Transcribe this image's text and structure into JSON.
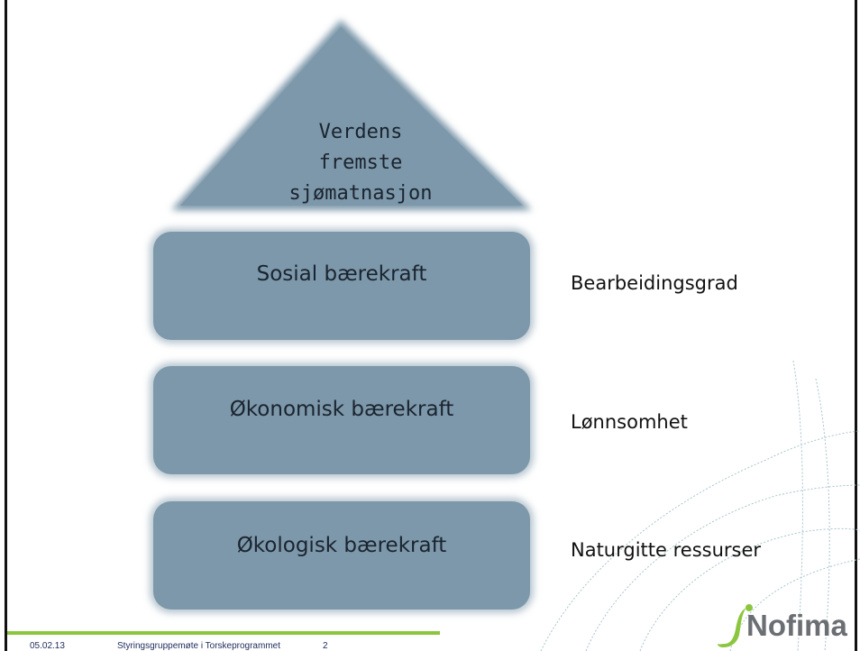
{
  "roof": {
    "lines": [
      "Verdens",
      "fremste",
      "sjømatnasjon"
    ]
  },
  "pillars": [
    {
      "label": "Sosial bærekraft"
    },
    {
      "label": "Økonomisk bærekraft"
    },
    {
      "label": "Økologisk bærekraft"
    }
  ],
  "side_labels": [
    {
      "text": "Bearbeidingsgrad"
    },
    {
      "text": "Lønnsomhet"
    },
    {
      "text": "Naturgitte ressurser"
    }
  ],
  "footer": {
    "date": "05.02.13",
    "title": "Styringsgruppemøte  i Torskeprogrammet",
    "page": "2"
  },
  "logo": {
    "text": "Nofima"
  },
  "colors": {
    "shape_fill": "#7d98aa",
    "footer_bar": "#8cc63f",
    "logo_green": "#8cc63f",
    "logo_gray": "#6b6f73"
  }
}
